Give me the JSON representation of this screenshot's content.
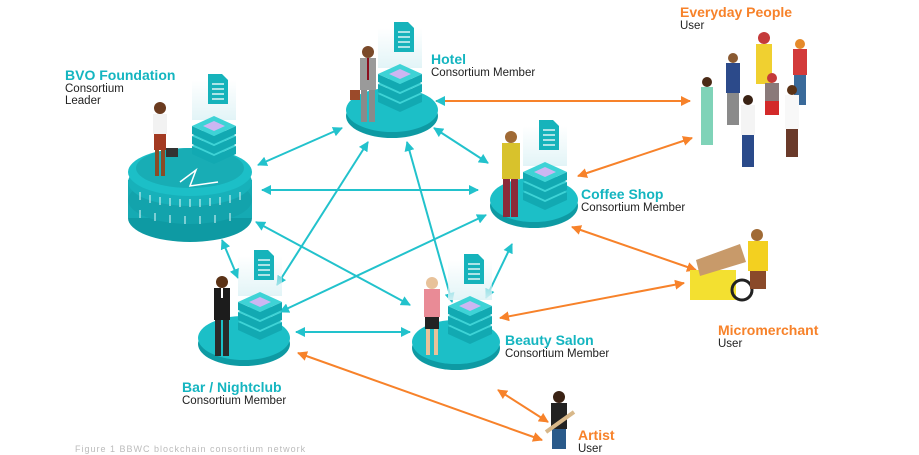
{
  "diagram": {
    "colors": {
      "member": "#14b5c0",
      "user": "#f7822a",
      "member_link": "#22c2cc",
      "user_link": "#f7822a"
    },
    "members": [
      {
        "id": "bvo",
        "title": "BVO Foundation",
        "subtitle_line1": "Consortium",
        "subtitle_line2": "Leader",
        "role": "leader"
      },
      {
        "id": "hotel",
        "title": "Hotel",
        "subtitle": "Consortium Member"
      },
      {
        "id": "coffee",
        "title": "Coffee Shop",
        "subtitle": "Consortium Member"
      },
      {
        "id": "bar",
        "title": "Bar / Nightclub",
        "subtitle": "Consortium Member"
      },
      {
        "id": "salon",
        "title": "Beauty Salon",
        "subtitle": "Consortium Member"
      }
    ],
    "users": [
      {
        "id": "people",
        "title": "Everyday People",
        "subtitle": "User"
      },
      {
        "id": "micro",
        "title": "Micromerchant",
        "subtitle": "User"
      },
      {
        "id": "artist",
        "title": "Artist",
        "subtitle": "User"
      }
    ],
    "member_links": [
      [
        "bvo",
        "hotel"
      ],
      [
        "bvo",
        "coffee"
      ],
      [
        "bvo",
        "bar"
      ],
      [
        "bvo",
        "salon"
      ],
      [
        "hotel",
        "coffee"
      ],
      [
        "hotel",
        "bar"
      ],
      [
        "hotel",
        "salon"
      ],
      [
        "coffee",
        "bar"
      ],
      [
        "coffee",
        "salon"
      ],
      [
        "bar",
        "salon"
      ]
    ],
    "user_links": [
      [
        "hotel",
        "people"
      ],
      [
        "coffee",
        "people"
      ],
      [
        "coffee",
        "micro"
      ],
      [
        "salon",
        "micro"
      ],
      [
        "bar",
        "artist"
      ]
    ],
    "caption": "Figure 1 BBWC blockchain consortium network"
  }
}
